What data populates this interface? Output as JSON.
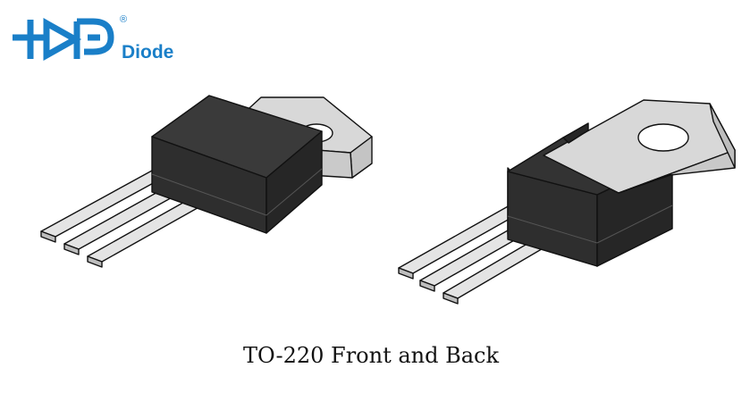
{
  "logo": {
    "brand": "Diode",
    "registered_mark": "®",
    "brand_color": "#1a7fc8"
  },
  "figures": [
    {
      "name": "TO-220 front view"
    },
    {
      "name": "TO-220 back view"
    }
  ],
  "caption": "TO-220 Front and Back"
}
